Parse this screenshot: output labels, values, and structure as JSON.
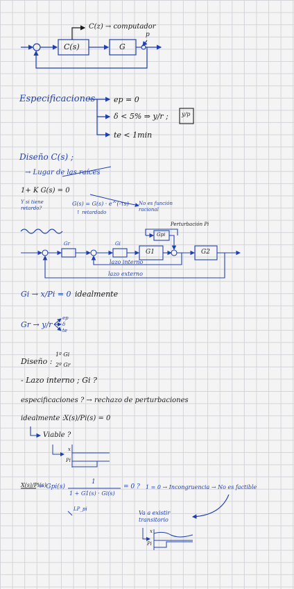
{
  "colors": {
    "ink_black": "#1a1a1a",
    "ink_blue": "#1f3fb0",
    "grid": "#d3d4d8",
    "paper": "#f4f4f5"
  },
  "diagram1": {
    "controller_top": "C(z) → computador",
    "controller_block": "C(s)",
    "plant_block": "G",
    "perturbation": "p"
  },
  "specs": {
    "title": "Especificaciones",
    "item1": "ep = 0",
    "item2": "δ < 5% ⇒ y/r ;",
    "item2_box": "y/p",
    "item3": "te < 1min"
  },
  "design": {
    "title": "Diseño C(s) ;",
    "method": "→ Lugar de las raíces",
    "char_eq": "1+ K G(s) = 0",
    "question": "Y si tiene retardo?",
    "delay_eq": "G(s) = G(s) · e^(-τs)",
    "delay_label": "↑ retardado",
    "not_rational": "No es función racional"
  },
  "cascade": {
    "perturbation_label": "Perturbación Pi",
    "block_gr": "Gr",
    "block_gi": "Gi",
    "block_gpi": "Gpi",
    "block_g1": "G1",
    "block_g2": "G2",
    "inner_loop": "lazo interno",
    "outer_loop": "lazo externo"
  },
  "notes": {
    "gi_def": "Gi → x/Pi = 0",
    "gi_ideal": "idealmente",
    "gr_def": "Gr → y/r",
    "gr_branches": [
      "ep",
      "δ",
      "te"
    ],
    "design_label": "Diseño :",
    "design_1": "1º Gi",
    "design_2": "2º Gr",
    "inner_question": "- Lazo interno ; Gi ?",
    "spec_question": "especificaciones ? → rechazo de perturbaciones",
    "ideal_eq_label": "idealmente :",
    "ideal_eq": "X(s)/Pi(s) = 0",
    "viable": "Viable ?",
    "plot_x": "x",
    "plot_p": "Pi"
  },
  "final": {
    "lhs": "X(s)/Pi(s)",
    "eq": "= Gpi(s)",
    "frac_num": "1",
    "frac_den": "1 + G1(s) · Gi(s)",
    "eq_zero": "= 0 ?",
    "contradiction": "1 = 0 → Incongruencia → No es factible",
    "transient": "Va a existir transitorio",
    "under_label": "LP_pi",
    "plot_x": "x",
    "plot_p": "Pi"
  }
}
